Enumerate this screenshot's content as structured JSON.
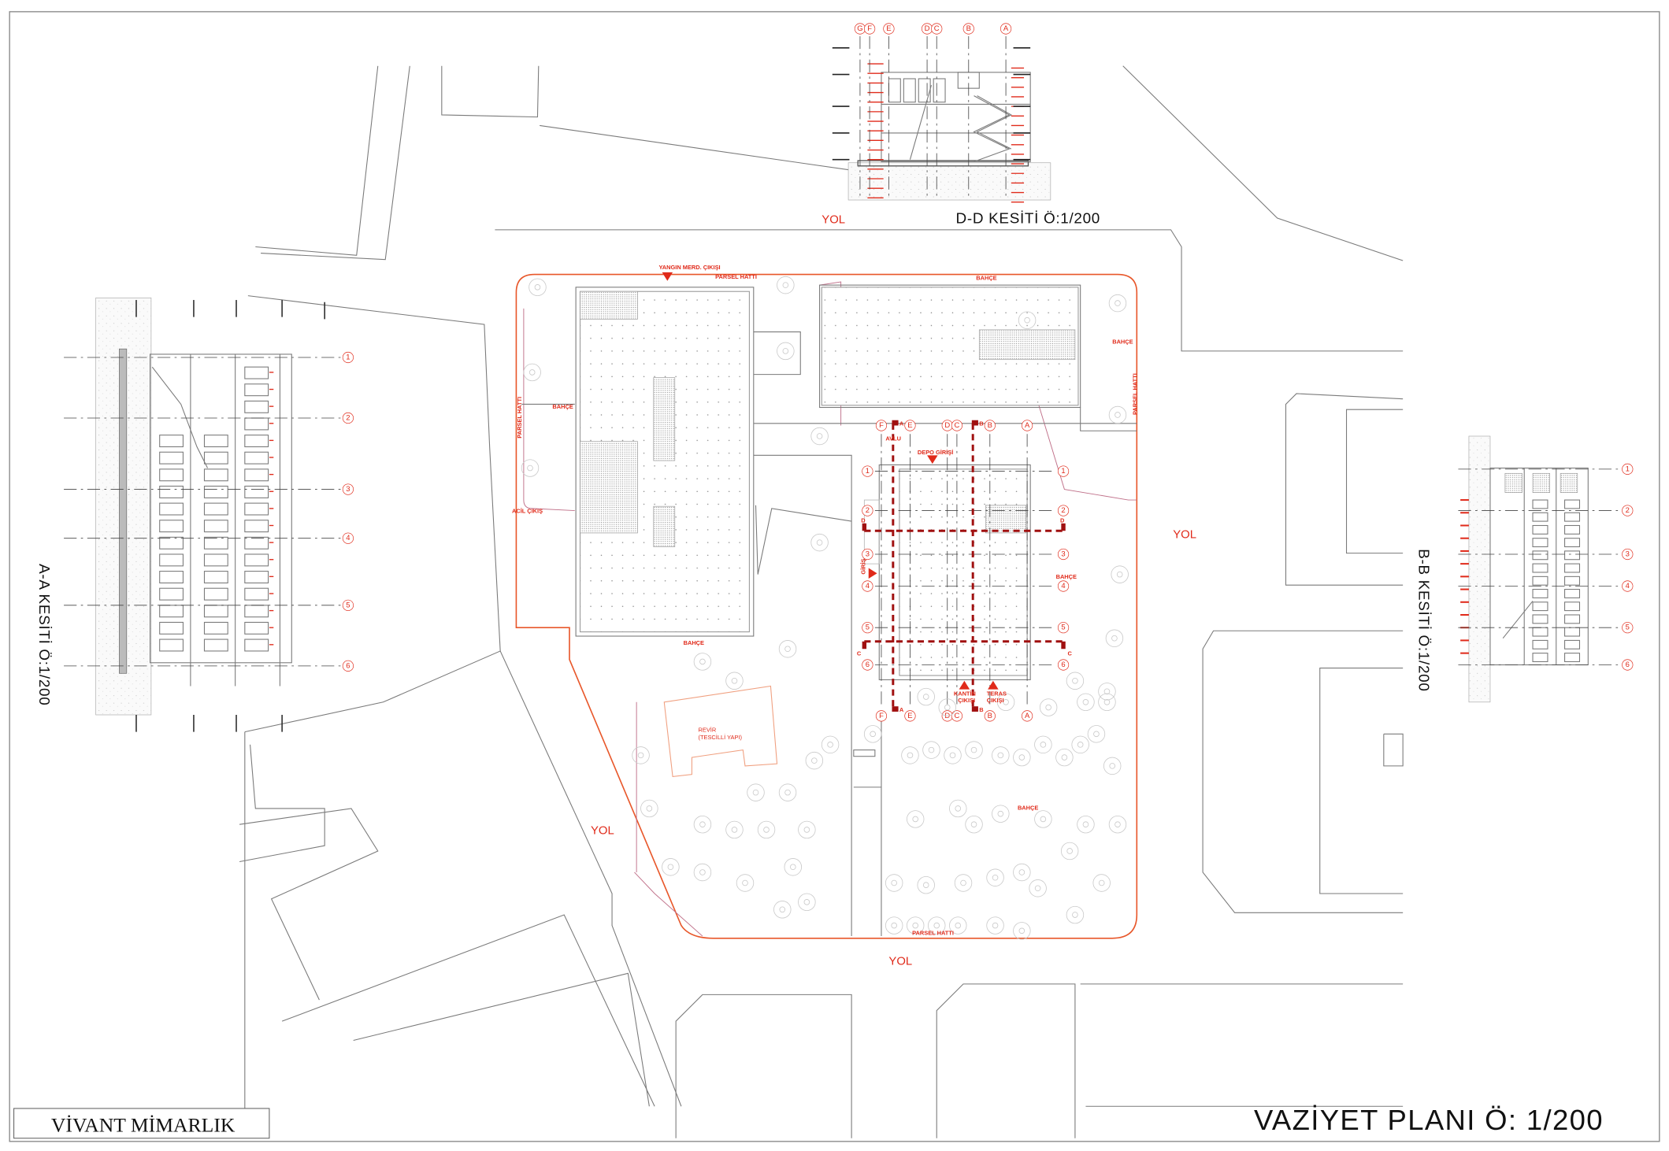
{
  "titles": {
    "site_plan": "VAZİYET PLANI Ö: 1/200",
    "section_aa": "A-A KESİTİ Ö:1/200",
    "section_bb": "B-B KESİTİ Ö:1/200",
    "section_dd": "D-D KESİTİ Ö:1/200",
    "firm": "VİVANT MİMARLIK"
  },
  "roads": {
    "top": "YOL",
    "right": "YOL",
    "left": "YOL",
    "bottom": "YOL"
  },
  "labels": {
    "fire_exit": "YANGIN MERD. ÇIKIŞI",
    "parcel_top": "PARSEL HATTI",
    "parcel_left": "PARSEL HATTI",
    "parcel_right": "PARSEL HATTI",
    "parcel_bottom": "PARSEL HATTI",
    "garden_top": "BAHÇE",
    "garden_right_top": "BAHÇE",
    "garden_left": "BAHÇE",
    "garden_mid": "BAHÇE",
    "garden_east": "BAHÇE",
    "garden_south": "BAHÇE",
    "emergency_exit": "ACİL ÇIKIŞ",
    "courtyard": "AVLU",
    "storage_entrance": "DEPO GİRİŞİ",
    "entrance": "GİRİŞ",
    "canteen_exit_1": "KANTİN",
    "canteen_exit_2": "ÇIKIŞI",
    "terrace_exit_1": "TERAS",
    "terrace_exit_2": "ÇIKIŞI",
    "infirmary_1": "REVİR",
    "infirmary_2": "(TESCİLLİ YAPI)"
  },
  "grid": {
    "columns": [
      "F",
      "E",
      "D",
      "C",
      "B",
      "A"
    ],
    "rows": [
      "1",
      "2",
      "3",
      "4",
      "5",
      "6"
    ],
    "section_dd_columns": [
      "G",
      "F",
      "E",
      "D",
      "C",
      "B",
      "A"
    ]
  },
  "section_cuts": {
    "a": "A",
    "b": "B",
    "c": "C",
    "d": "D"
  }
}
